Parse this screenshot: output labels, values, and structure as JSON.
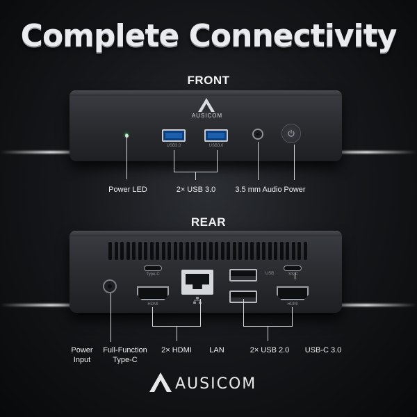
{
  "headline": "Complete Connectivity",
  "front": {
    "section_label": "FRONT",
    "brand": "AUSICOM",
    "usb_port_labels": [
      "USB3.0",
      "USB3.0"
    ],
    "callouts": {
      "power_led": "Power LED",
      "usb3": "2× USB 3.0",
      "audio": "3.5 mm Audio",
      "power": "Power"
    }
  },
  "rear": {
    "section_label": "REAR",
    "port_labels": {
      "typec": "Type-C",
      "hdmi_left": "HDMI",
      "usb": "USB",
      "hdmi_right": "HDMI",
      "ss": "SS C"
    },
    "callouts": {
      "power_input_line1": "Power",
      "power_input_line2": "Input",
      "typec_line1": "Full-Function",
      "typec_line2": "Type-C",
      "hdmi": "2× HDMI",
      "lan": "LAN",
      "usb2": "2× USB 2.0",
      "usbc": "USB-C 3.0"
    }
  },
  "footer_logo": "AUSICOM",
  "colors": {
    "usb3_blue": "#1b5fae",
    "led_green": "#3ddc5a",
    "background": "#0b0c0e"
  }
}
